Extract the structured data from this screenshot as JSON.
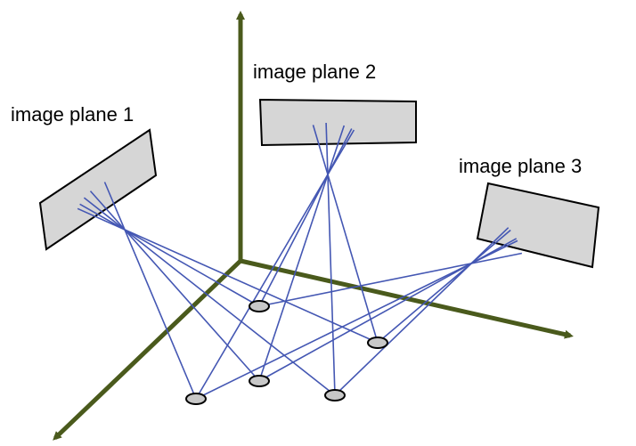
{
  "labels": {
    "plane_1": "image plane 1",
    "plane_2": "image plane 2",
    "plane_3": "image plane 3"
  },
  "colors": {
    "axis": "#4a5a1c",
    "ray": "#4457b3",
    "plane_fill": "#d6d6d6",
    "plane_stroke": "#000000",
    "marker_fill": "#c8c8c8",
    "marker_stroke": "#000000"
  }
}
